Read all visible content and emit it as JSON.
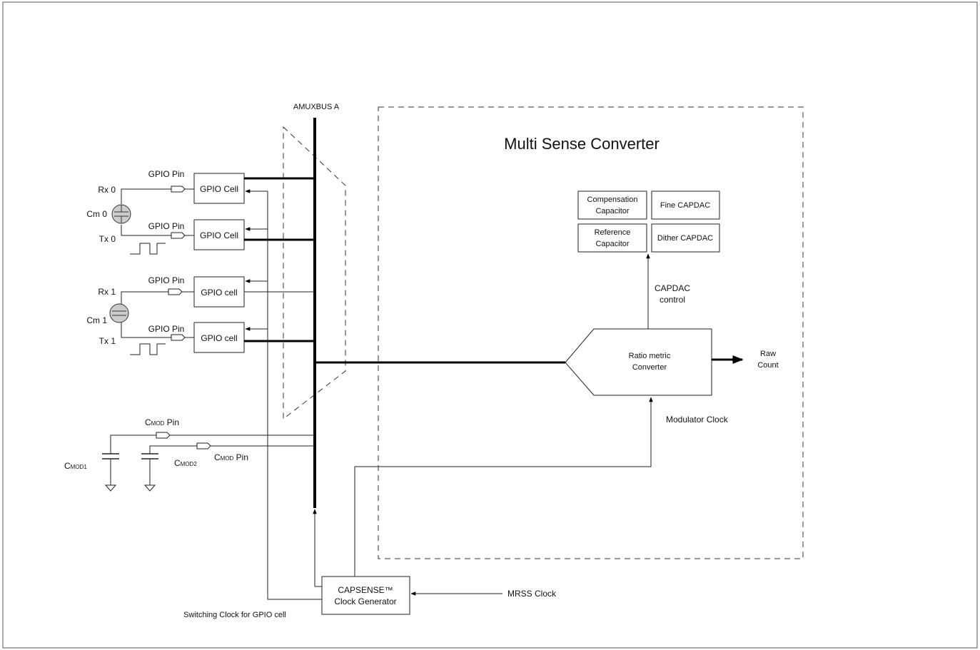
{
  "bus_label": "AMUXBUS A",
  "converter_title": "Multi Sense Converter",
  "capdac": {
    "compensation": [
      "Compensation",
      "Capacitor"
    ],
    "fine": "Fine CAPDAC",
    "reference": [
      "Reference",
      "Capacitor"
    ],
    "dither": "Dither CAPDAC",
    "control": [
      "CAPDAC",
      "control"
    ]
  },
  "ratio_converter": [
    "Ratio metric",
    "Converter"
  ],
  "raw_count": [
    "Raw",
    "Count"
  ],
  "modulator_clock": "Modulator Clock",
  "clock_generator": [
    "CAPSENSE™",
    "Clock Generator"
  ],
  "mrss_clock": "MRSS Clock",
  "switching_clock": "Switching Clock for GPIO cell",
  "sensors": [
    {
      "rx_label": "Rx 0",
      "cm_label": "Cm 0",
      "tx_label": "Tx 0",
      "rx_pin": "GPIO Pin",
      "tx_pin": "GPIO Pin",
      "rx_cell": "GPIO Cell",
      "tx_cell": "GPIO Cell"
    },
    {
      "rx_label": "Rx 1",
      "cm_label": "Cm 1",
      "tx_label": "Tx 1",
      "rx_pin": "GPIO Pin",
      "tx_pin": "GPIO Pin",
      "rx_cell": "GPIO cell",
      "tx_cell": "GPIO cell"
    }
  ],
  "cmod": {
    "pin_prefix": "C",
    "pin_sub": "MOD",
    "pin_suffix": " Pin",
    "cap1_prefix": "C",
    "cap1_sub": "MOD1",
    "cap2_prefix": "C",
    "cap2_sub": "MOD2"
  }
}
